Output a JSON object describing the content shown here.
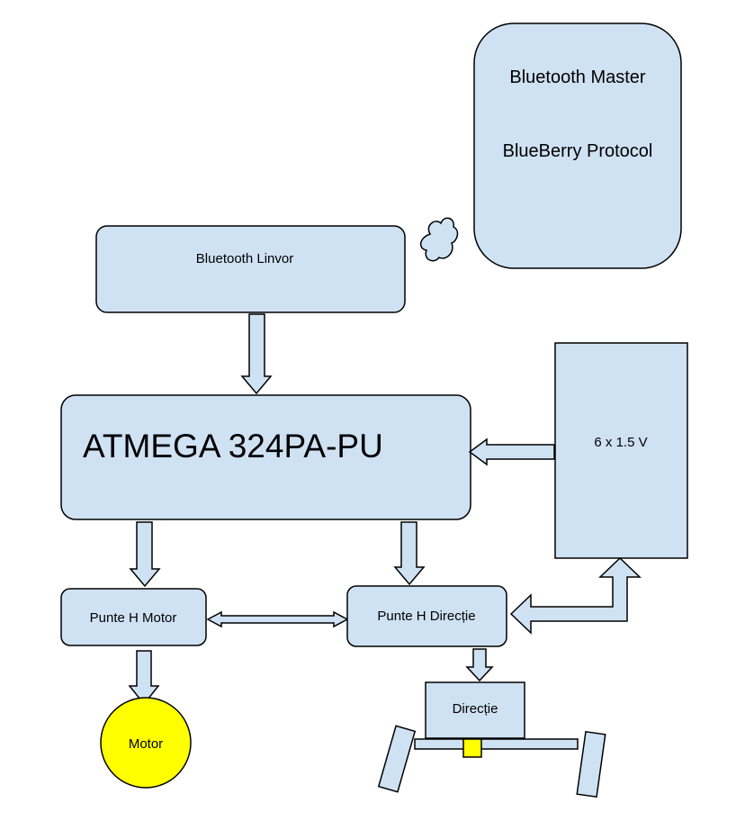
{
  "blocks": {
    "bt_master": {
      "line1": "Bluetooth Master",
      "line2": "BlueBerry Protocol"
    },
    "bt_linvor": "Bluetooth Linvor",
    "mcu": "ATMEGA 324PA-PU",
    "battery": "6 x 1.5 V",
    "hbridge_motor": "Punte H Motor",
    "hbridge_steer": "Punte H Direcție",
    "motor": "Motor",
    "steering": "Direcție"
  },
  "colors": {
    "block_fill": "#cfe2f3",
    "motor_fill": "#ffff00",
    "pivot_fill": "#ffff00",
    "stroke": "#000000"
  }
}
